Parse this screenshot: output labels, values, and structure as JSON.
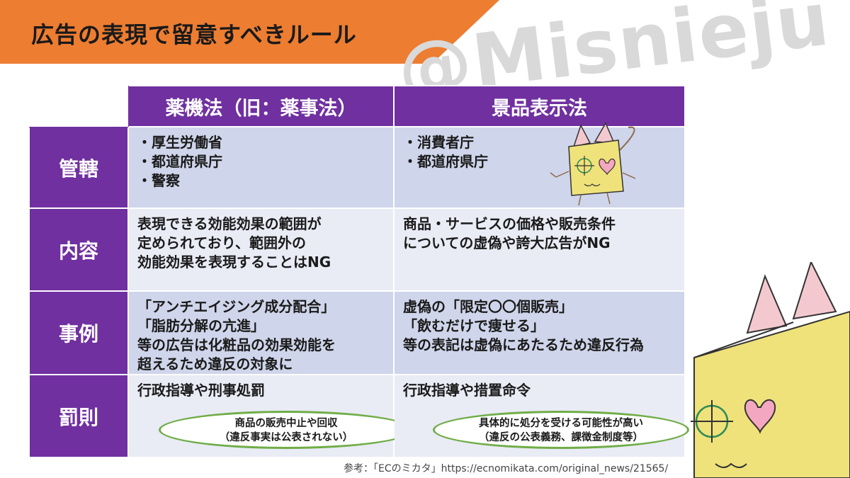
{
  "title": "広告の表現で留意すべきルール",
  "watermark": "@Misnieju",
  "colors": {
    "accent_orange": "#ed7d31",
    "header_purple": "#7030a0",
    "cell_dark": "#cfd5ea",
    "cell_light": "#e9ebf5",
    "oval_green": "#70ad47"
  },
  "table": {
    "columns": [
      "薬機法（旧：薬事法）",
      "景品表示法"
    ],
    "rows": [
      {
        "label": "管轄",
        "yakki": [
          "・厚生労働省",
          "・都道府県庁",
          "・警察"
        ],
        "keihyo": [
          "・消費者庁",
          "・都道府県庁"
        ]
      },
      {
        "label": "内容",
        "yakki": [
          "表現できる効能効果の範囲が",
          "定められており、範囲外の",
          "効能効果を表現することはNG"
        ],
        "keihyo": [
          "商品・サービスの価格や販売条件",
          "についての虚偽や誇大広告がNG"
        ]
      },
      {
        "label": "事例",
        "yakki": [
          "「アンチエイジング成分配合」",
          "「脂肪分解の亢進」",
          "等の広告は化粧品の効果効能を",
          "超えるため違反の対象に"
        ],
        "keihyo": [
          "虚偽の「限定〇〇個販売」",
          "「飲むだけで痩せる」",
          "等の表記は虚偽にあたるため違反行為"
        ]
      },
      {
        "label": "罰則",
        "yakki": [
          "行政指導や刑事処罰"
        ],
        "keihyo": [
          "行政指導や措置命令"
        ],
        "yakki_note": [
          "商品の販売中止や回収",
          "（違反事実は公表されない）"
        ],
        "keihyo_note": [
          "具体的に処分を受ける可能性が高い",
          "（違反の公表義務、課徴金制度等）"
        ]
      }
    ]
  },
  "reference": "参考：「ECのミカタ」https://ecnomikata.com/original_news/21565/"
}
